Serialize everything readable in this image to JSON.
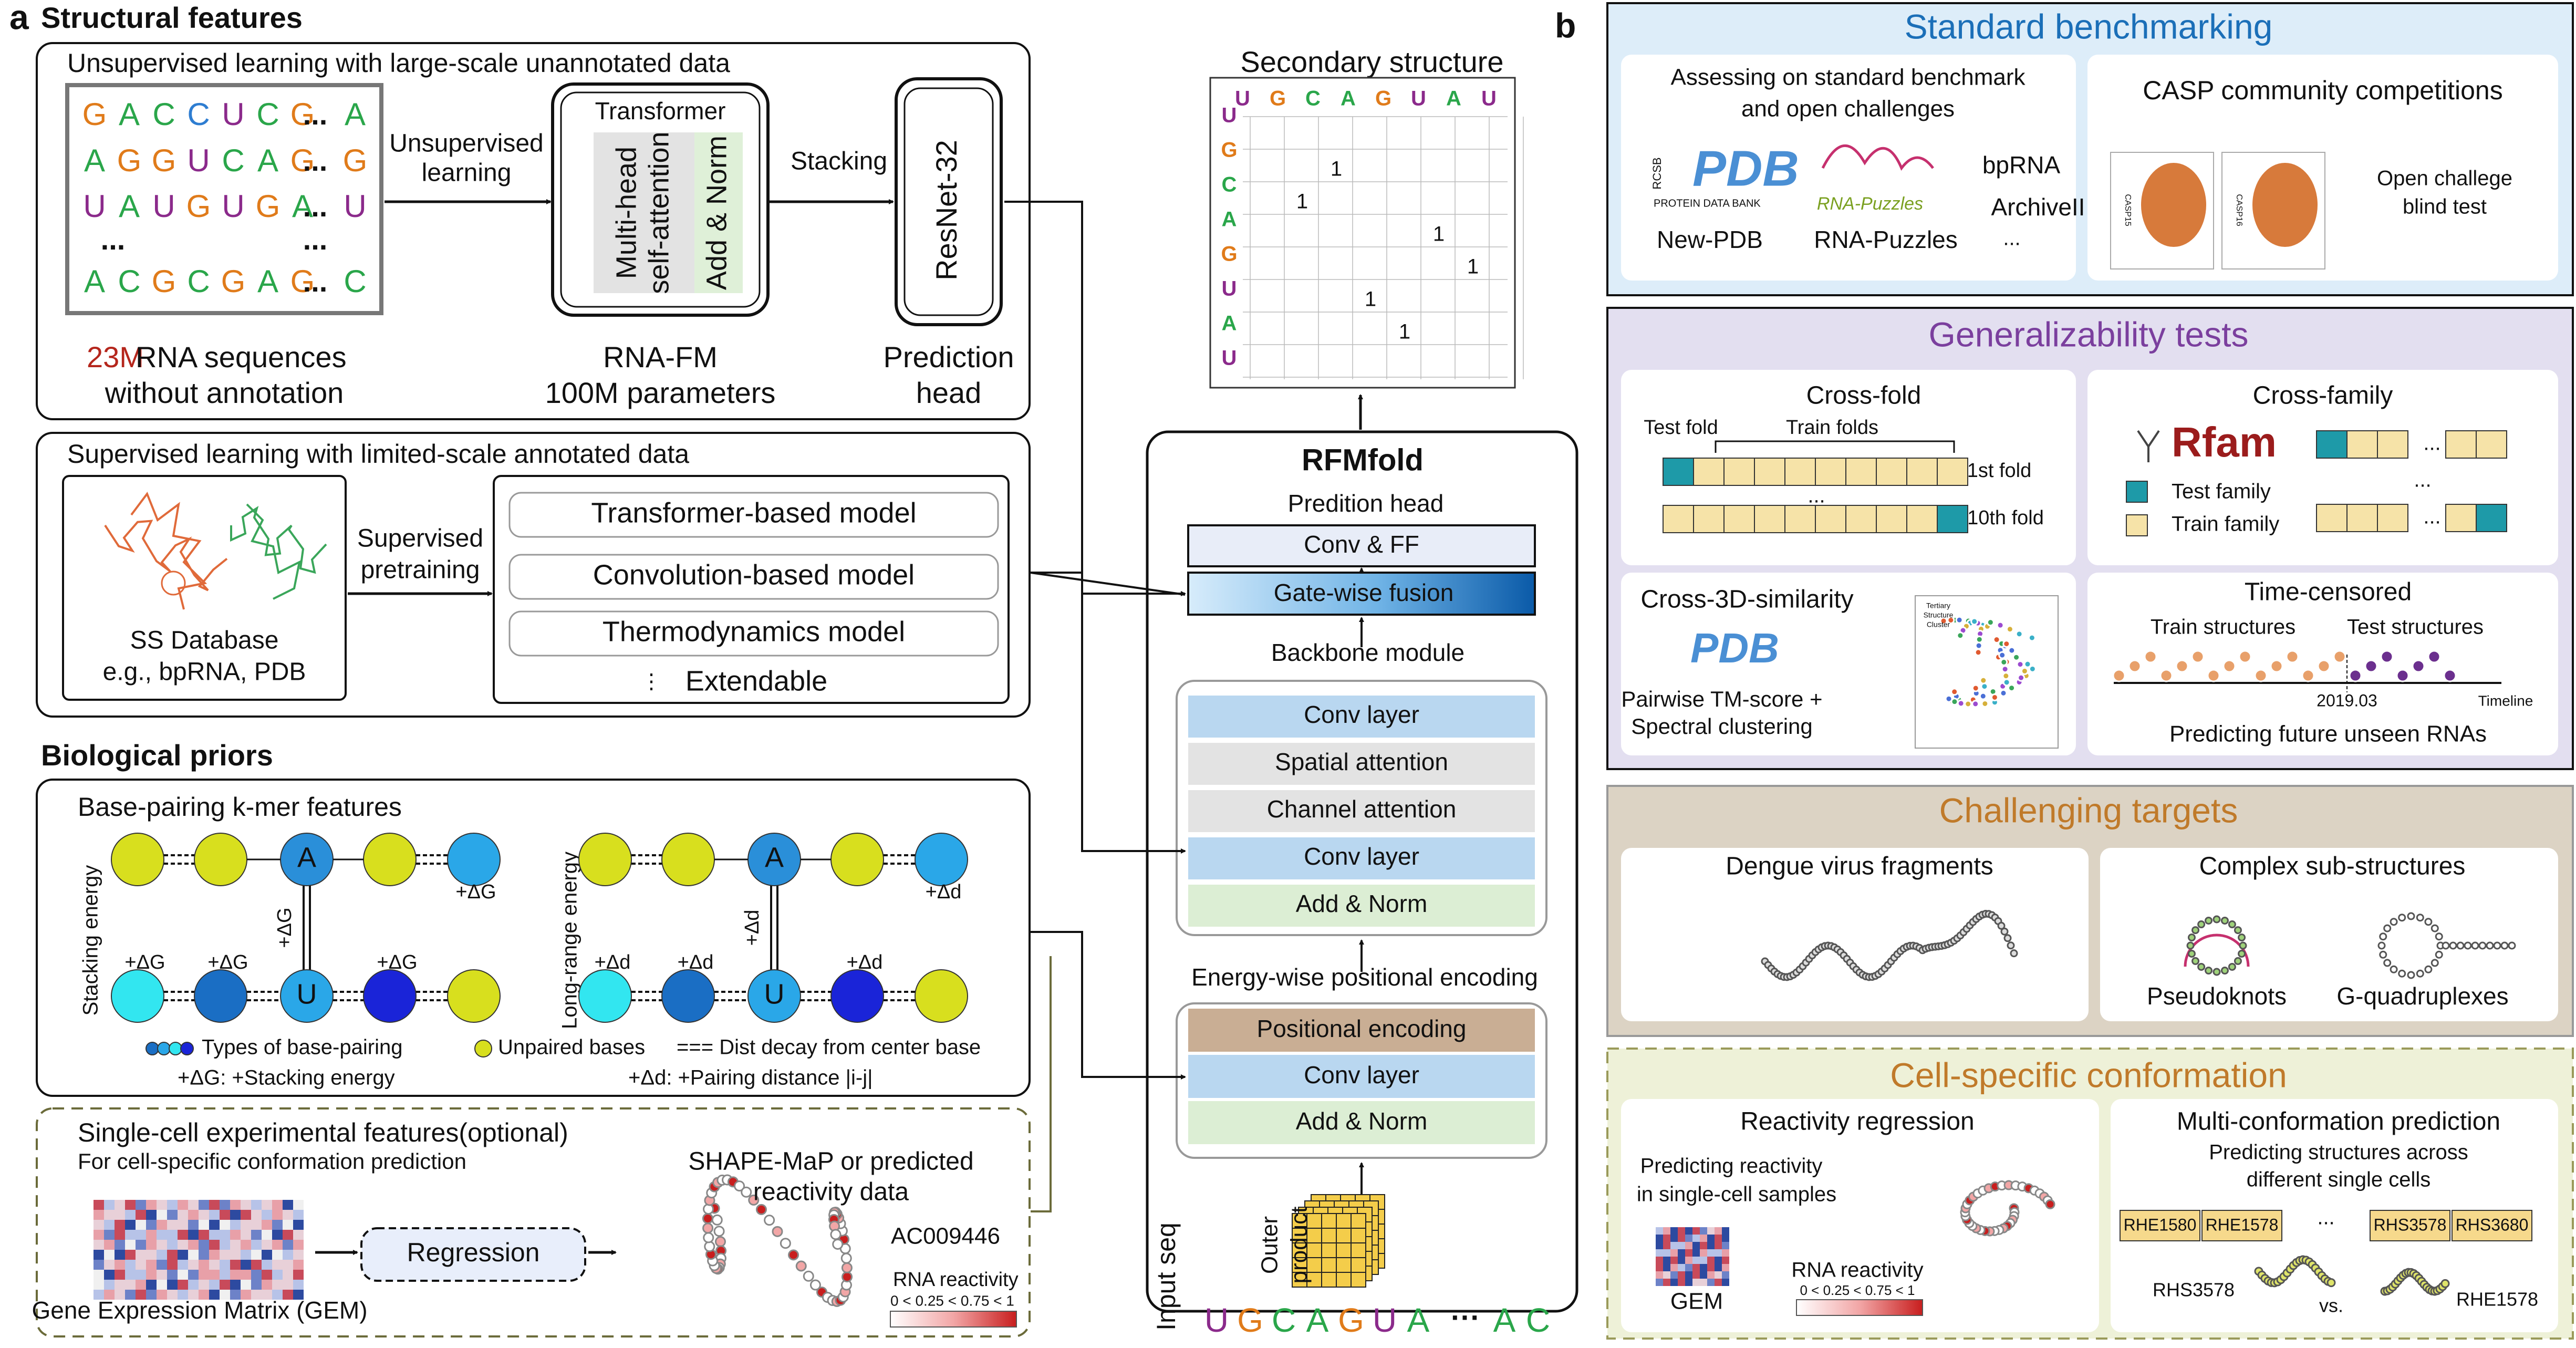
{
  "panel_a": {
    "letter": "a",
    "structural": {
      "heading": "Structural features",
      "unsup": {
        "title": "Unsupervised learning with large-scale unannotated data",
        "seq_rows": [
          [
            [
              "G",
              "#e07b1a"
            ],
            [
              "A",
              "#2aa64a"
            ],
            [
              "C",
              "#2aa64a"
            ],
            [
              "C",
              "#2e7dd1"
            ],
            [
              "U",
              "#8b2a8b"
            ],
            [
              "C",
              "#2aa64a"
            ],
            [
              "G",
              "#e07b1a"
            ]
          ],
          [
            [
              "A",
              "#2aa64a"
            ],
            [
              "G",
              "#e07b1a"
            ],
            [
              "G",
              "#e07b1a"
            ],
            [
              "U",
              "#8b2a8b"
            ],
            [
              "C",
              "#2aa64a"
            ],
            [
              "A",
              "#2aa64a"
            ],
            [
              "G",
              "#e07b1a"
            ]
          ],
          [
            [
              "U",
              "#8b2a8b"
            ],
            [
              "A",
              "#2aa64a"
            ],
            [
              "U",
              "#8b2a8b"
            ],
            [
              "G",
              "#e07b1a"
            ],
            [
              "U",
              "#8b2a8b"
            ],
            [
              "G",
              "#e07b1a"
            ],
            [
              "A",
              "#2aa64a"
            ]
          ],
          [
            [
              "A",
              "#2aa64a"
            ],
            [
              "C",
              "#2aa64a"
            ],
            [
              "G",
              "#e07b1a"
            ],
            [
              "C",
              "#2aa64a"
            ],
            [
              "G",
              "#e07b1a"
            ],
            [
              "A",
              "#2aa64a"
            ],
            [
              "G",
              "#e07b1a"
            ]
          ]
        ],
        "row_ends": [
          [
            "A",
            "#2aa64a"
          ],
          [
            "G",
            "#e07b1a"
          ],
          [
            "U",
            "#8b2a8b"
          ],
          [
            "C",
            "#2aa64a"
          ]
        ],
        "ellipsis": "...",
        "dots_row": "...",
        "seq_count": "23M",
        "seq_label": " RNA sequences",
        "seq_label2": "without annotation",
        "arrow1": "Unsupervised",
        "arrow1b": "learning",
        "transformer": "Transformer",
        "mha": "Multi-head",
        "sa": "self-attention",
        "addnorm": "Add & Norm",
        "rnafm": "RNA-FM",
        "params": "100M parameters",
        "stacking": "Stacking",
        "resnet": "ResNet-32",
        "pred1": "Prediction",
        "pred2": "head"
      },
      "sup": {
        "title": "Supervised learning with limited-scale annotated data",
        "db1": "SS Database",
        "db2": "e.g., bpRNA, PDB",
        "arrow1": "Supervised",
        "arrow2": "pretraining",
        "models": [
          "Transformer-based model",
          "Convolution-based model",
          "Thermodynamics model"
        ],
        "ext": "Extendable",
        "vdots": "⋮"
      }
    },
    "bio": {
      "heading": "Biological priors",
      "kmer": "Base-pairing k-mer features",
      "stack_axis": "Stacking energy",
      "long_axis": "Long-range energy",
      "A": "A",
      "U": "U",
      "dG": "+ΔG",
      "dd": "+Δd",
      "leg1": "Types of base-pairing",
      "leg2": "Unpaired bases",
      "leg3": "=== Dist decay from center base",
      "leg4": "+ΔG: +Stacking energy",
      "leg5": "+Δd: +Pairing distance |i-j|"
    },
    "single": {
      "title": "Single-cell experimental features(optional)",
      "sub": "For cell-specific conformation prediction",
      "gem": "Gene Expression Matrix (GEM)",
      "regression": "Regression",
      "shape1": "SHAPE-MaP or predicted",
      "shape2": "reactivity data",
      "id": "AC009446",
      "react": "RNA reactivity",
      "react_scale": "0 < 0.25 < 0.75 < 1"
    },
    "ss": {
      "title": "Secondary structure",
      "cols": [
        [
          "U",
          "#8b2a8b"
        ],
        [
          "G",
          "#e07b1a"
        ],
        [
          "C",
          "#2aa64a"
        ],
        [
          "A",
          "#2aa64a"
        ],
        [
          "G",
          "#e07b1a"
        ],
        [
          "U",
          "#8b2a8b"
        ],
        [
          "A",
          "#2aa64a"
        ],
        [
          "U",
          "#8b2a8b"
        ]
      ],
      "ones": [
        [
          1,
          2
        ],
        [
          2,
          1
        ],
        [
          3,
          5
        ],
        [
          4,
          6
        ],
        [
          5,
          3
        ],
        [
          6,
          4
        ]
      ],
      "one": "1"
    },
    "rfm": {
      "title": "RFMfold",
      "head": "Predition head",
      "convff": "Conv & FF",
      "gate": "Gate-wise fusion",
      "backbone": "Backbone module",
      "b1": "Conv layer",
      "b2": "Spatial attention",
      "b3": "Channel attention",
      "b4": "Conv layer",
      "b5": "Add & Norm",
      "epe": "Energy-wise positional encoding",
      "p1": "Positional encoding",
      "p2": "Conv layer",
      "p3": "Add & Norm",
      "outer": "Outer",
      "product": "product",
      "input": "Input seq",
      "seq": [
        [
          "U",
          "#8b2a8b"
        ],
        [
          "G",
          "#e07b1a"
        ],
        [
          "C",
          "#2aa64a"
        ],
        [
          "A",
          "#2aa64a"
        ],
        [
          "G",
          "#e07b1a"
        ],
        [
          "U",
          "#8b2a8b"
        ],
        [
          "A",
          "#2aa64a"
        ]
      ],
      "seq_dots": "···",
      "seq_end": [
        [
          "A",
          "#2aa64a"
        ],
        [
          "C",
          "#2aa64a"
        ]
      ]
    }
  },
  "panel_b": {
    "letter": "b",
    "standard": {
      "title": "Standard benchmarking",
      "c1_1": "Assessing on standard benchmark",
      "c1_2": "and open challenges",
      "pdb": "PDB",
      "rcsb": "RCSB",
      "pdb_bank": "PROTEIN DATA BANK",
      "newpdb": "New-PDB",
      "puzzles_logo": "RNA-Puzzles",
      "puzzles": "RNA-Puzzles",
      "bprna": "bpRNA",
      "archive": "ArchiveII",
      "dots": "...",
      "casp": "CASP community competitions",
      "casp15": "CASP15",
      "casp16": "CASP16",
      "blind1": "Open challege",
      "blind2": "blind test"
    },
    "general": {
      "title": "Generalizability tests",
      "crossfold": "Cross-fold",
      "testfold": "Test fold",
      "trainfolds": "Train folds",
      "fold1": "1st fold",
      "fold10": "10th fold",
      "dots": "...",
      "crossfam": "Cross-family",
      "rfam": "Rfam",
      "testfam": "Test family",
      "trainfam": "Train family",
      "cross3d": "Cross-3D-similarity",
      "tm1": "Pairwise TM-score +",
      "tm2": "Spectral clustering",
      "cluster_legend": [
        "Tertiary",
        "Structure",
        "Cluster"
      ],
      "timec": "Time-censored",
      "trainstr": "Train structures",
      "teststr": "Test structures",
      "date": "2019.03",
      "timeline": "Timeline",
      "future": "Predicting future unseen RNAs"
    },
    "challenge": {
      "title": "Challenging targets",
      "dengue": "Dengue virus fragments",
      "complex": "Complex sub-structures",
      "pseudo": "Pseudoknots",
      "gquad": "G-quadruplexes"
    },
    "cell": {
      "title": "Cell-specific conformation",
      "reg": "Reactivity regression",
      "pred1": "Predicting reactivity",
      "pred2": "in single-cell samples",
      "gem": "GEM",
      "react": "RNA reactivity",
      "scale": "0 < 0.25 < 0.75 < 1",
      "multi": "Multi-conformation prediction",
      "m1": "Predicting structures across",
      "m2": "different single cells",
      "tags": [
        "RHE1580",
        "RHE1578",
        "RHS3578",
        "RHS3680"
      ],
      "dots": "...",
      "l1": "RHS3578",
      "vs": "vs.",
      "l2": "RHE1578"
    }
  }
}
